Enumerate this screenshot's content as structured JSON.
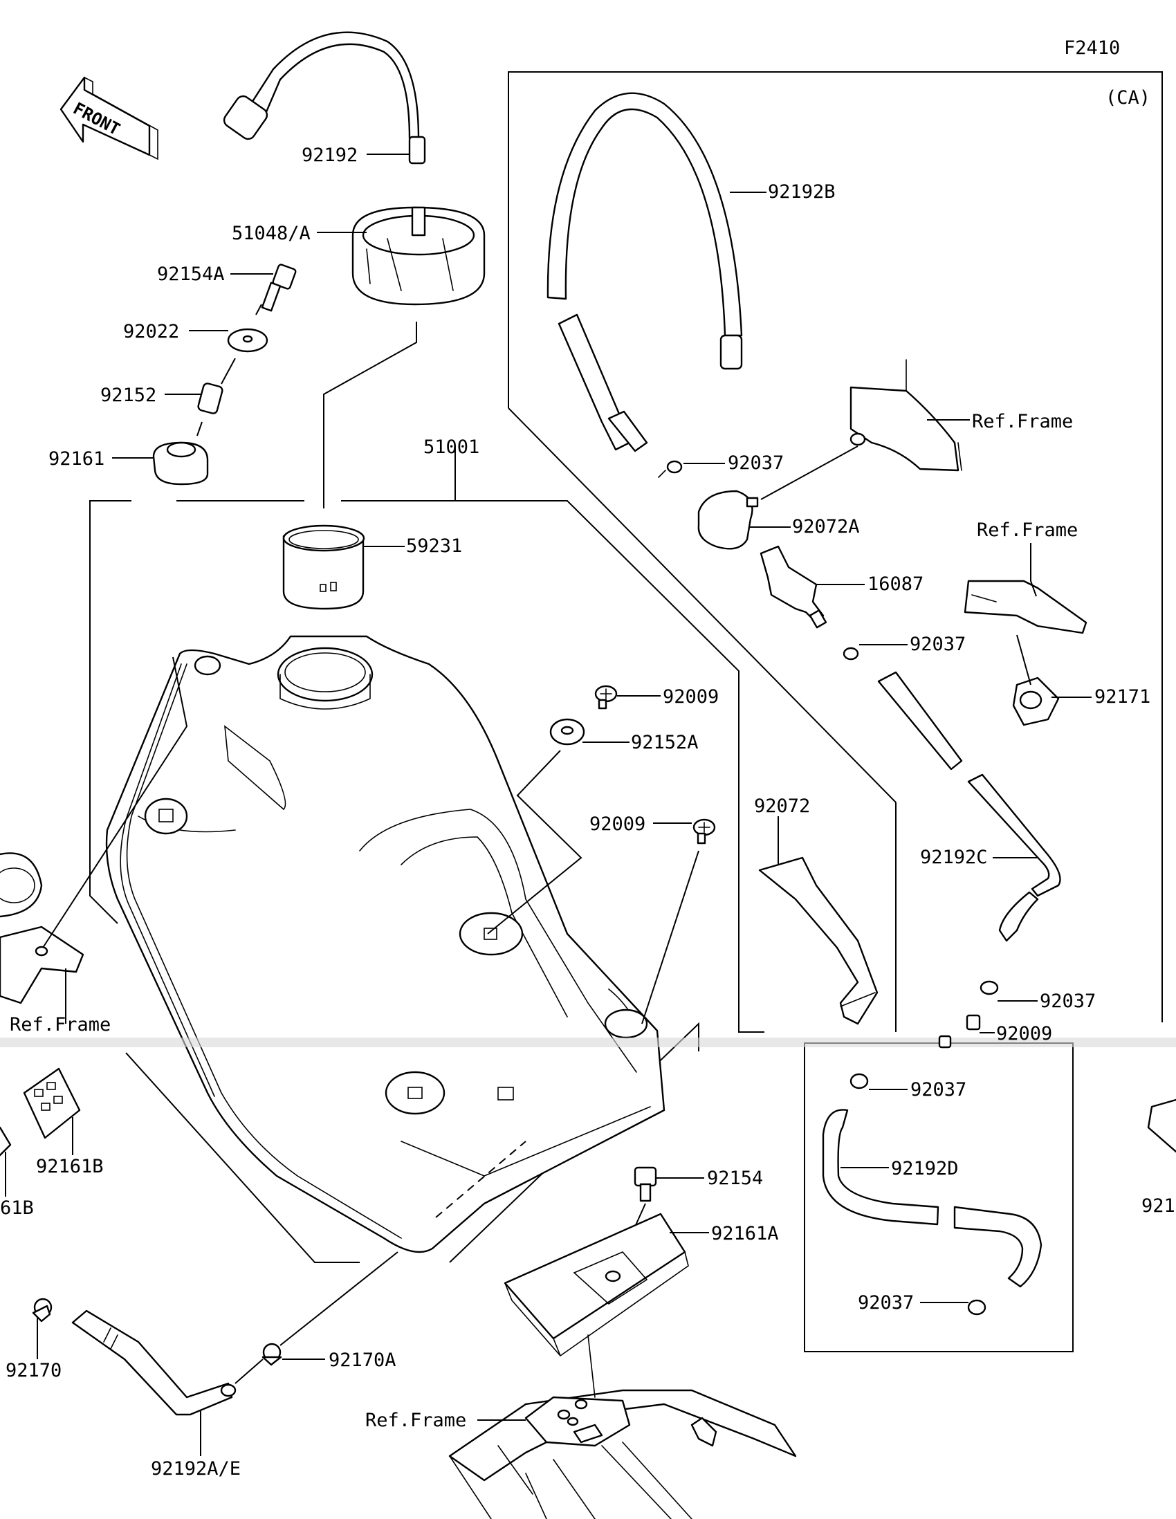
{
  "figure_code": "F2410",
  "variant_label": "(CA)",
  "front_label": "FRONT",
  "ref_frame_label": "Ref.Frame",
  "callouts": {
    "p92192": "92192",
    "p51048": "51048/A",
    "p92154A": "92154A",
    "p92022": "92022",
    "p92152": "92152",
    "p92161": "92161",
    "p51001": "51001",
    "p59231": "59231",
    "p92009a": "92009",
    "p92152A": "92152A",
    "p92009b": "92009",
    "p92161B": "92161B",
    "p61B": "61B",
    "p92154": "92154",
    "p92161A": "92161A",
    "p92170": "92170",
    "p92170A": "92170A",
    "p92192AE": "92192A/E",
    "p92192B": "92192B",
    "p92037a": "92037",
    "p92072A": "92072A",
    "p16087": "16087",
    "p92037b": "92037",
    "p92171": "92171",
    "p92072": "92072",
    "p92192C": "92192C",
    "p92037c": "92037",
    "p92009c": "92009",
    "p92037d": "92037",
    "p92192D": "92192D",
    "p92037e": "92037",
    "p921cut": "921"
  }
}
